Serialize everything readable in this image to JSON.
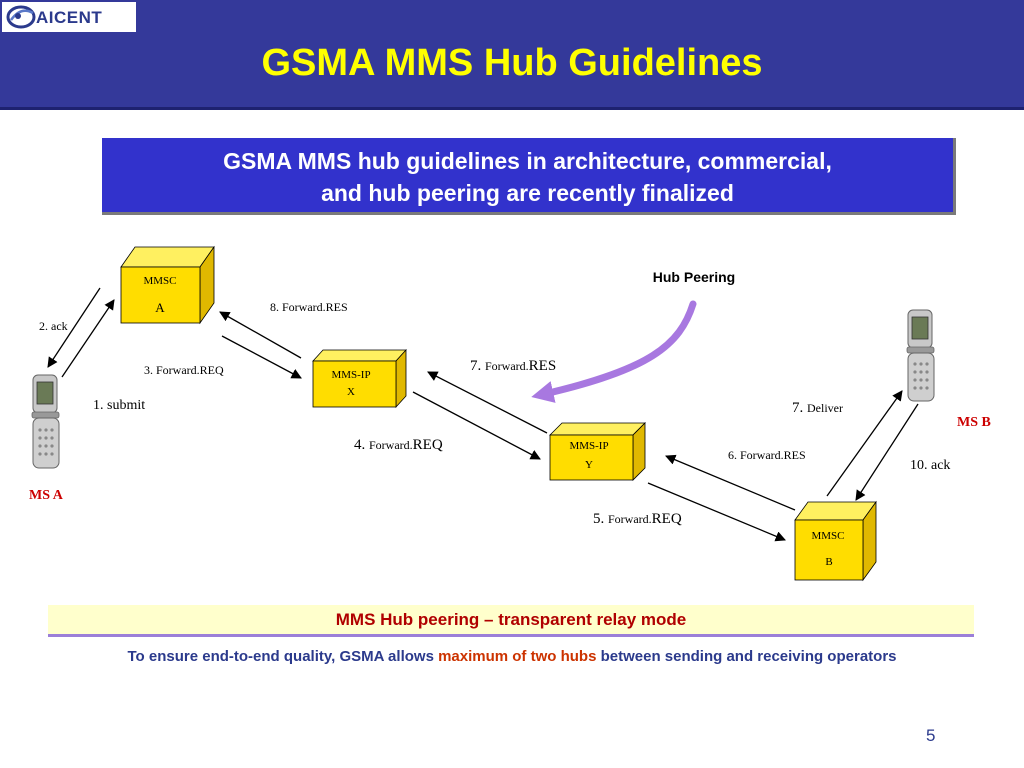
{
  "header": {
    "logo_text": "AICENT",
    "title": "GSMA MMS Hub Guidelines"
  },
  "summary": {
    "line1": "GSMA MMS hub guidelines in architecture, commercial,",
    "line2": "and hub peering are recently finalized"
  },
  "diagram": {
    "nodes": {
      "mmsc_a": {
        "line1": "MMSC",
        "line2": "A"
      },
      "mms_ip_x": {
        "line1": "MMS-IP",
        "line2": "X"
      },
      "mms_ip_y": {
        "line1": "MMS-IP",
        "line2": "Y"
      },
      "mmsc_b": {
        "line1": "MMSC",
        "line2": "B"
      }
    },
    "devices": {
      "ms_a": "MS A",
      "ms_b": "MS B"
    },
    "hub_peering_label": "Hub Peering",
    "steps": {
      "submit": "1. submit",
      "ack": "2. ack",
      "forward_req_3": "3. Forward.REQ",
      "forward_req_4": {
        "num": "4. ",
        "small": "Forward.",
        "big": "REQ"
      },
      "forward_req_5": {
        "num": "5. ",
        "small": "Forward.",
        "big": "REQ"
      },
      "forward_res_6": "6. Forward.RES",
      "forward_res_7": {
        "num": "7. ",
        "small": "Forward.",
        "big": "RES"
      },
      "deliver_7": {
        "num": "7. ",
        "small": "Deliver"
      },
      "forward_res_8": "8. Forward.RES",
      "ack_10": "10. ack"
    },
    "colors": {
      "box_face": "#ffdd00",
      "box_side": "#e0b800",
      "box_top": "#fff060",
      "device_label": "#cc0000",
      "hub_arrow": "#a878e0"
    }
  },
  "banner": {
    "text": "MMS Hub peering – transparent relay mode"
  },
  "footnote": {
    "before": "To ensure end-to-end quality, GSMA allows ",
    "highlight": "maximum of two hubs",
    "after": " between sending and receiving operators"
  },
  "page_number": "5"
}
